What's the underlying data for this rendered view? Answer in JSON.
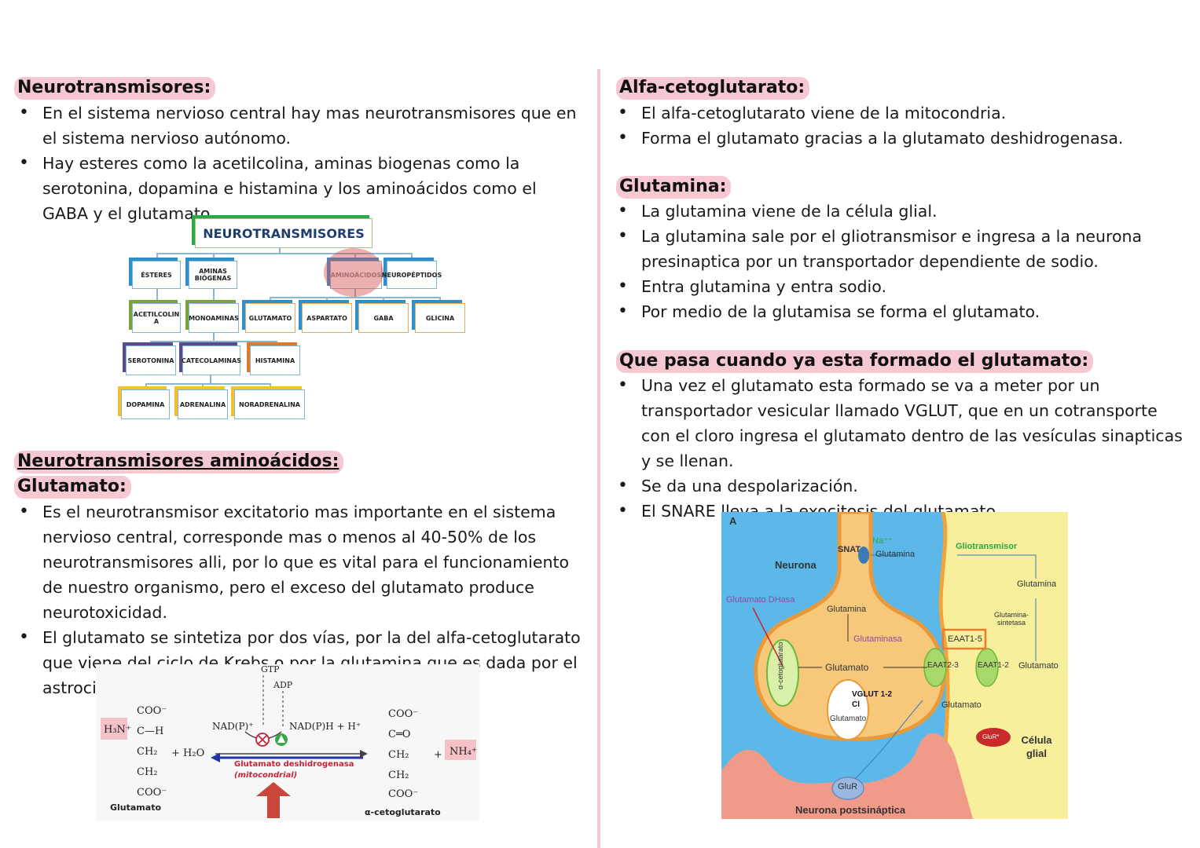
{
  "left": {
    "h1": "Neurotransmisores:",
    "b1": [
      "En el sistema nervioso central hay mas neurotransmisores que en el sistema nervioso autónomo.",
      "Hay esteres como la acetilcolina, aminas biogenas como la serotonina, dopamina e histamina y los aminoácidos como el GABA y el glutamato."
    ],
    "tree": {
      "root": "NEUROTRANSMISORES",
      "esteres": "ÉSTERES",
      "aminas": "AMINAS BIÓGENAS",
      "aminoacidos": "AMINOÁCIDOS",
      "neuropeptidos": "NEUROPÉPTIDOS",
      "acetilcolina": "ACETILCOLIN A",
      "monoaminas": "MONOAMINAS",
      "glutamato": "GLUTAMATO",
      "aspartato": "ASPARTATO",
      "gaba": "GABA",
      "glicina": "GLICINA",
      "serotonina": "SEROTONINA",
      "catecolaminas": "CATECOLAMINAS",
      "histamina": "HISTAMINA",
      "dopamina": "DOPAMINA",
      "adrenalina": "ADRENALINA",
      "noradrenalina": "NORADRENALINA"
    },
    "h2": "Neurotransmisores aminoácidos:",
    "h3": "Glutamato:",
    "b2": [
      "Es el neurotransmisor excitatorio mas importante en el sistema nervioso central, corresponde mas o menos al 40-50% de los neurotransmisores alli, por lo que es vital para el funcionamiento de nuestro organismo, pero el exceso del glutamato produce neurotoxicidad.",
      "El glutamato se sintetiza por dos vías, por la del alfa-cetoglutarato que viene del ciclo de Krebs o por la glutamina que es dada por el astrocito."
    ],
    "rxn": {
      "gtp": "GTP",
      "adp": "ADP",
      "nadp": "NAD(P)⁺",
      "nadph": "NAD(P)H + H⁺",
      "enzyme": "Glutamato deshidrogenasa",
      "enzyme2": "(mitocondrial)",
      "h3n": "H₃N⁺",
      "coo": "COO⁻",
      "ch": "C—H",
      "ch2": "CH₂",
      "water": "+ H₂O",
      "co": "C═O",
      "nh4": "NH₄⁺",
      "plus": "+",
      "left_name": "Glutamato",
      "right_name": "α-cetoglutarato"
    }
  },
  "right": {
    "h1": "Alfa-cetoglutarato:",
    "b1": [
      "El alfa-cetoglutarato viene de la mitocondria.",
      "Forma el glutamato gracias a la glutamato deshidrogenasa."
    ],
    "h2": "Glutamina:",
    "b2": [
      "La glutamina viene de la célula glial.",
      "La glutamina sale por el gliotransmisor e ingresa a la neurona presinaptica por un transportador dependiente de sodio.",
      "Entra glutamina y entra sodio.",
      "Por medio de la glutamisa se forma el glutamato."
    ],
    "h3": "Que pasa cuando ya esta formado el glutamato:",
    "b3": [
      "Una vez el glutamato esta formado se va a meter por un transportador vesicular llamado VGLUT, que en un cotransporte con el cloro ingresa el glutamato dentro de las vesículas sinapticas y se llenan.",
      "Se da una despolarización.",
      "El SNARE lleva a la exocitosis del glutamato."
    ],
    "syn": {
      "a": "A",
      "neurona": "Neurona",
      "snat": "SNAT",
      "na": "Na⁺⁺",
      "glutamina": "Glutamina",
      "gliotransmisor": "Gliotransmisor",
      "glutamato_dhasa": "Glutamato DHasa",
      "glutaminasa": "Glutaminasa",
      "glutamato": "Glutamato",
      "eaat15": "EAAT1-5",
      "eaat23": "EAAT2-3",
      "eaat12": "EAAT1-2",
      "sintetasa": "Glutamina- sintetasa",
      "vglut": "VGLUT 1-2",
      "cl": "Cl",
      "akg": "α-cetoglutarato",
      "glur_star": "GluR*",
      "glial": "Célula glial",
      "glur": "GluR",
      "post": "Neurona postsináptica"
    }
  },
  "colors": {
    "highlight": "#f5c8d2",
    "divider": "#f4c9d2"
  }
}
